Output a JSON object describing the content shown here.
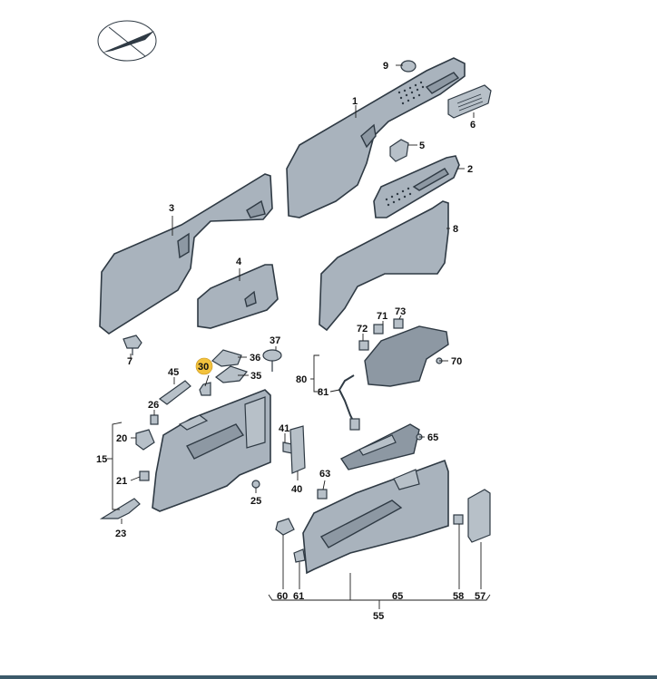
{
  "diagram": {
    "highlight_color": "#f3c23d",
    "panel_color": "#a9b3bd",
    "outline_color": "#2f3a44",
    "callouts": [
      {
        "id": "9",
        "text": "9"
      },
      {
        "id": "1",
        "text": "1"
      },
      {
        "id": "6",
        "text": "6"
      },
      {
        "id": "5",
        "text": "5"
      },
      {
        "id": "2",
        "text": "2"
      },
      {
        "id": "3",
        "text": "3"
      },
      {
        "id": "8",
        "text": "8"
      },
      {
        "id": "4",
        "text": "4"
      },
      {
        "id": "7",
        "text": "7"
      },
      {
        "id": "71",
        "text": "71"
      },
      {
        "id": "73",
        "text": "73"
      },
      {
        "id": "72",
        "text": "72"
      },
      {
        "id": "37",
        "text": "37"
      },
      {
        "id": "36",
        "text": "36"
      },
      {
        "id": "30",
        "text": "30"
      },
      {
        "id": "35",
        "text": "35"
      },
      {
        "id": "45",
        "text": "45"
      },
      {
        "id": "70",
        "text": "70"
      },
      {
        "id": "80",
        "text": "80"
      },
      {
        "id": "81",
        "text": "81"
      },
      {
        "id": "26",
        "text": "26"
      },
      {
        "id": "41",
        "text": "41"
      },
      {
        "id": "65a",
        "text": "65"
      },
      {
        "id": "20",
        "text": "20"
      },
      {
        "id": "15",
        "text": "15"
      },
      {
        "id": "21",
        "text": "21"
      },
      {
        "id": "40",
        "text": "40"
      },
      {
        "id": "63",
        "text": "63"
      },
      {
        "id": "25",
        "text": "25"
      },
      {
        "id": "23",
        "text": "23"
      },
      {
        "id": "60",
        "text": "60"
      },
      {
        "id": "61",
        "text": "61"
      },
      {
        "id": "65b",
        "text": "65"
      },
      {
        "id": "58",
        "text": "58"
      },
      {
        "id": "57",
        "text": "57"
      },
      {
        "id": "55",
        "text": "55"
      }
    ]
  }
}
